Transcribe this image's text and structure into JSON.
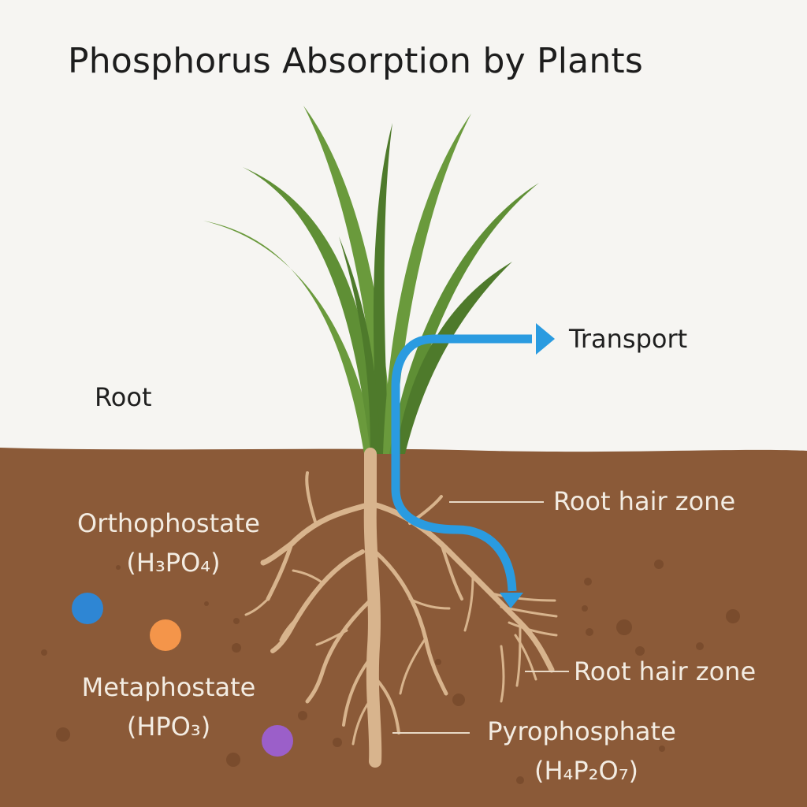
{
  "title": "Phosphorus Absorption by Plants",
  "labels": {
    "transport": "Transport",
    "root": "Root",
    "root_hair_zone_1": "Root hair zone",
    "root_hair_zone_2": "Root hair zone",
    "orthophosphate_name": "Orthophostate",
    "orthophosphate_formula": "(H₃PO₄)",
    "metaphosphate_name": "Metaphostate",
    "metaphosphate_formula": "(HPO₃)",
    "pyrophosphate_name": "Pyrophosphate",
    "pyrophosphate_formula": "(H₄P₂O₇)"
  },
  "colors": {
    "sky": "#f6f5f2",
    "soil": "#8b5a38",
    "leaf": "#6a9a3c",
    "leaf_dark": "#4e7a2b",
    "root": "#d8b48d",
    "arrow": "#2a9be0",
    "orthophosphate_dot": "#2e86d4",
    "metaphosphate_dot": "#f4954a",
    "pyrophosphate_dot": "#9b5fc9"
  }
}
